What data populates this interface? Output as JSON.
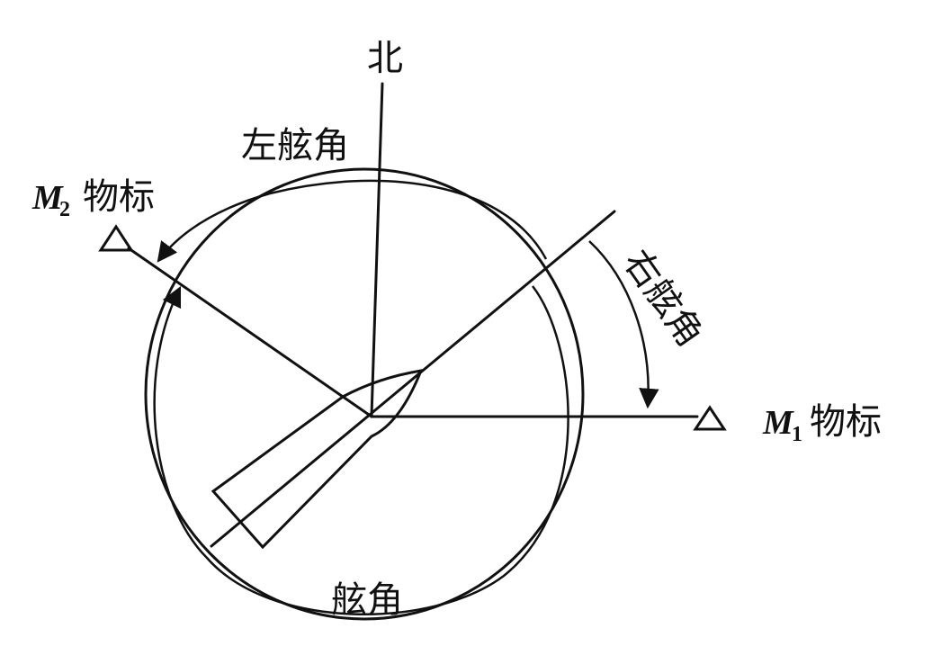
{
  "labels": {
    "north": "北",
    "port_angle": "左舷角",
    "starboard_angle": "右舷角",
    "bow_angle": "舷角",
    "m2_letter": "M",
    "m2_sub": "2",
    "m2_text": "物标",
    "m1_letter": "M",
    "m1_sub": "1",
    "m1_text": "物标"
  }
}
